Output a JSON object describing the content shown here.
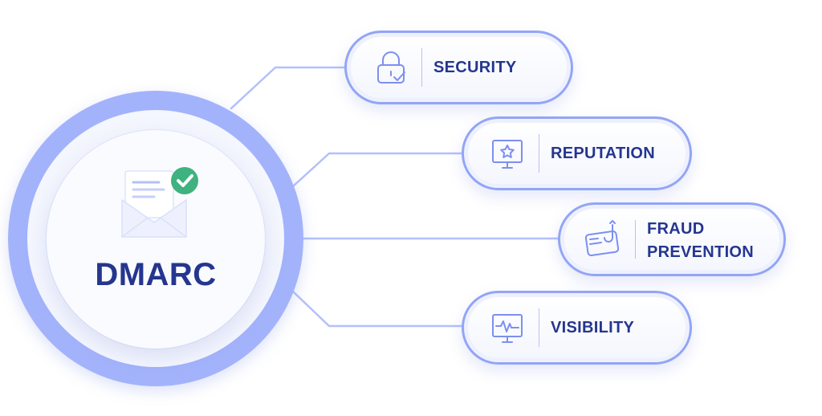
{
  "hub": {
    "title": "DMARC",
    "icon": "envelope-check-icon"
  },
  "benefits": [
    {
      "label": "SECURITY",
      "label_lines": [
        "SECURITY"
      ],
      "icon": "lock-check-icon"
    },
    {
      "label": "REPUTATION",
      "label_lines": [
        "REPUTATION"
      ],
      "icon": "monitor-star-icon"
    },
    {
      "label": "FRAUD PREVENTION",
      "label_lines": [
        "FRAUD",
        "PREVENTION"
      ],
      "icon": "card-hook-icon"
    },
    {
      "label": "VISIBILITY",
      "label_lines": [
        "VISIBILITY"
      ],
      "icon": "monitor-pulse-icon"
    }
  ],
  "colors": {
    "text": "#25368f",
    "ring": "#a3b3fb",
    "pill_border": "#92a5f5",
    "connector": "#b3c0fa",
    "check_badge": "#3fb27f",
    "icon_stroke": "#7d8ff0"
  }
}
